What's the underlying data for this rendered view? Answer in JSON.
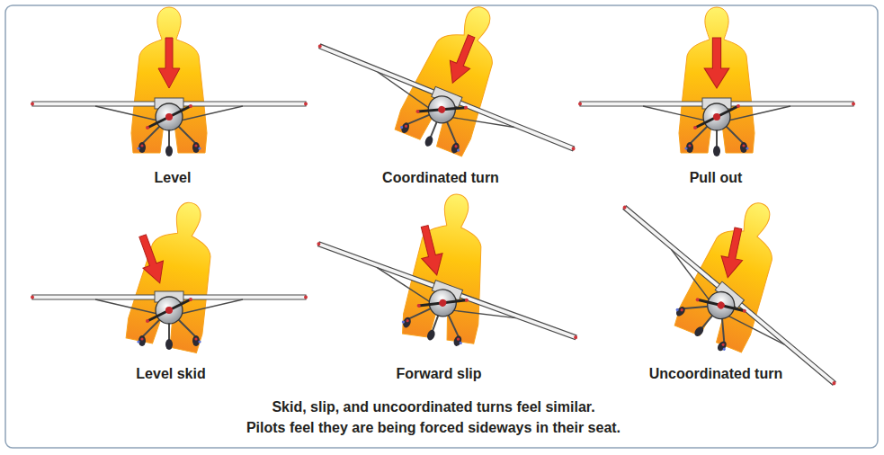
{
  "diagram": {
    "labels": [
      "Level",
      "Coordinated turn",
      "Pull out",
      "Level skid",
      "Forward slip",
      "Uncoordinated turn",
      "Skid, slip, and uncoordinated turns feel similar.",
      "Pilots feel they are being forced sideways in their seat."
    ]
  }
}
